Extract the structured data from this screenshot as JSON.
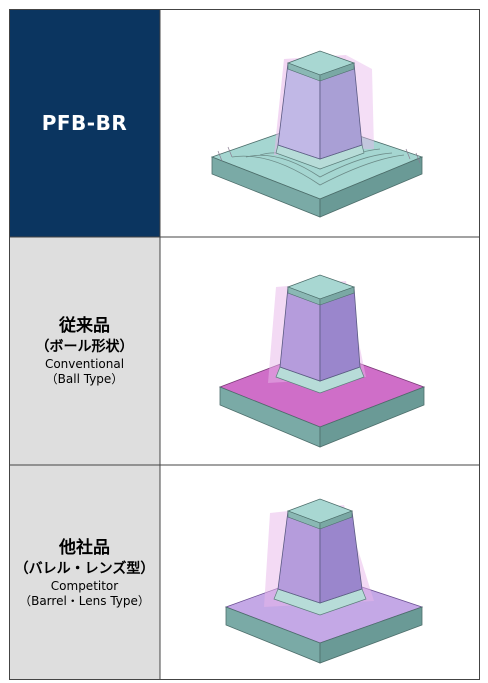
{
  "rows": [
    {
      "title": "PFB-BR",
      "lines": []
    },
    {
      "title": "従来品",
      "lines": [
        "（ボール形状）",
        "Conventional",
        "（Ball Type）"
      ]
    },
    {
      "title": "他社品",
      "lines": [
        "（バレル・レンズ型）",
        "Competitor",
        "（Barrel・Lens Type）"
      ]
    }
  ],
  "colors": {
    "header_bg": "#0b3560",
    "label_bg": "#dedede",
    "base_top": "#9fd4cf",
    "highlight": "#c85fc0"
  }
}
